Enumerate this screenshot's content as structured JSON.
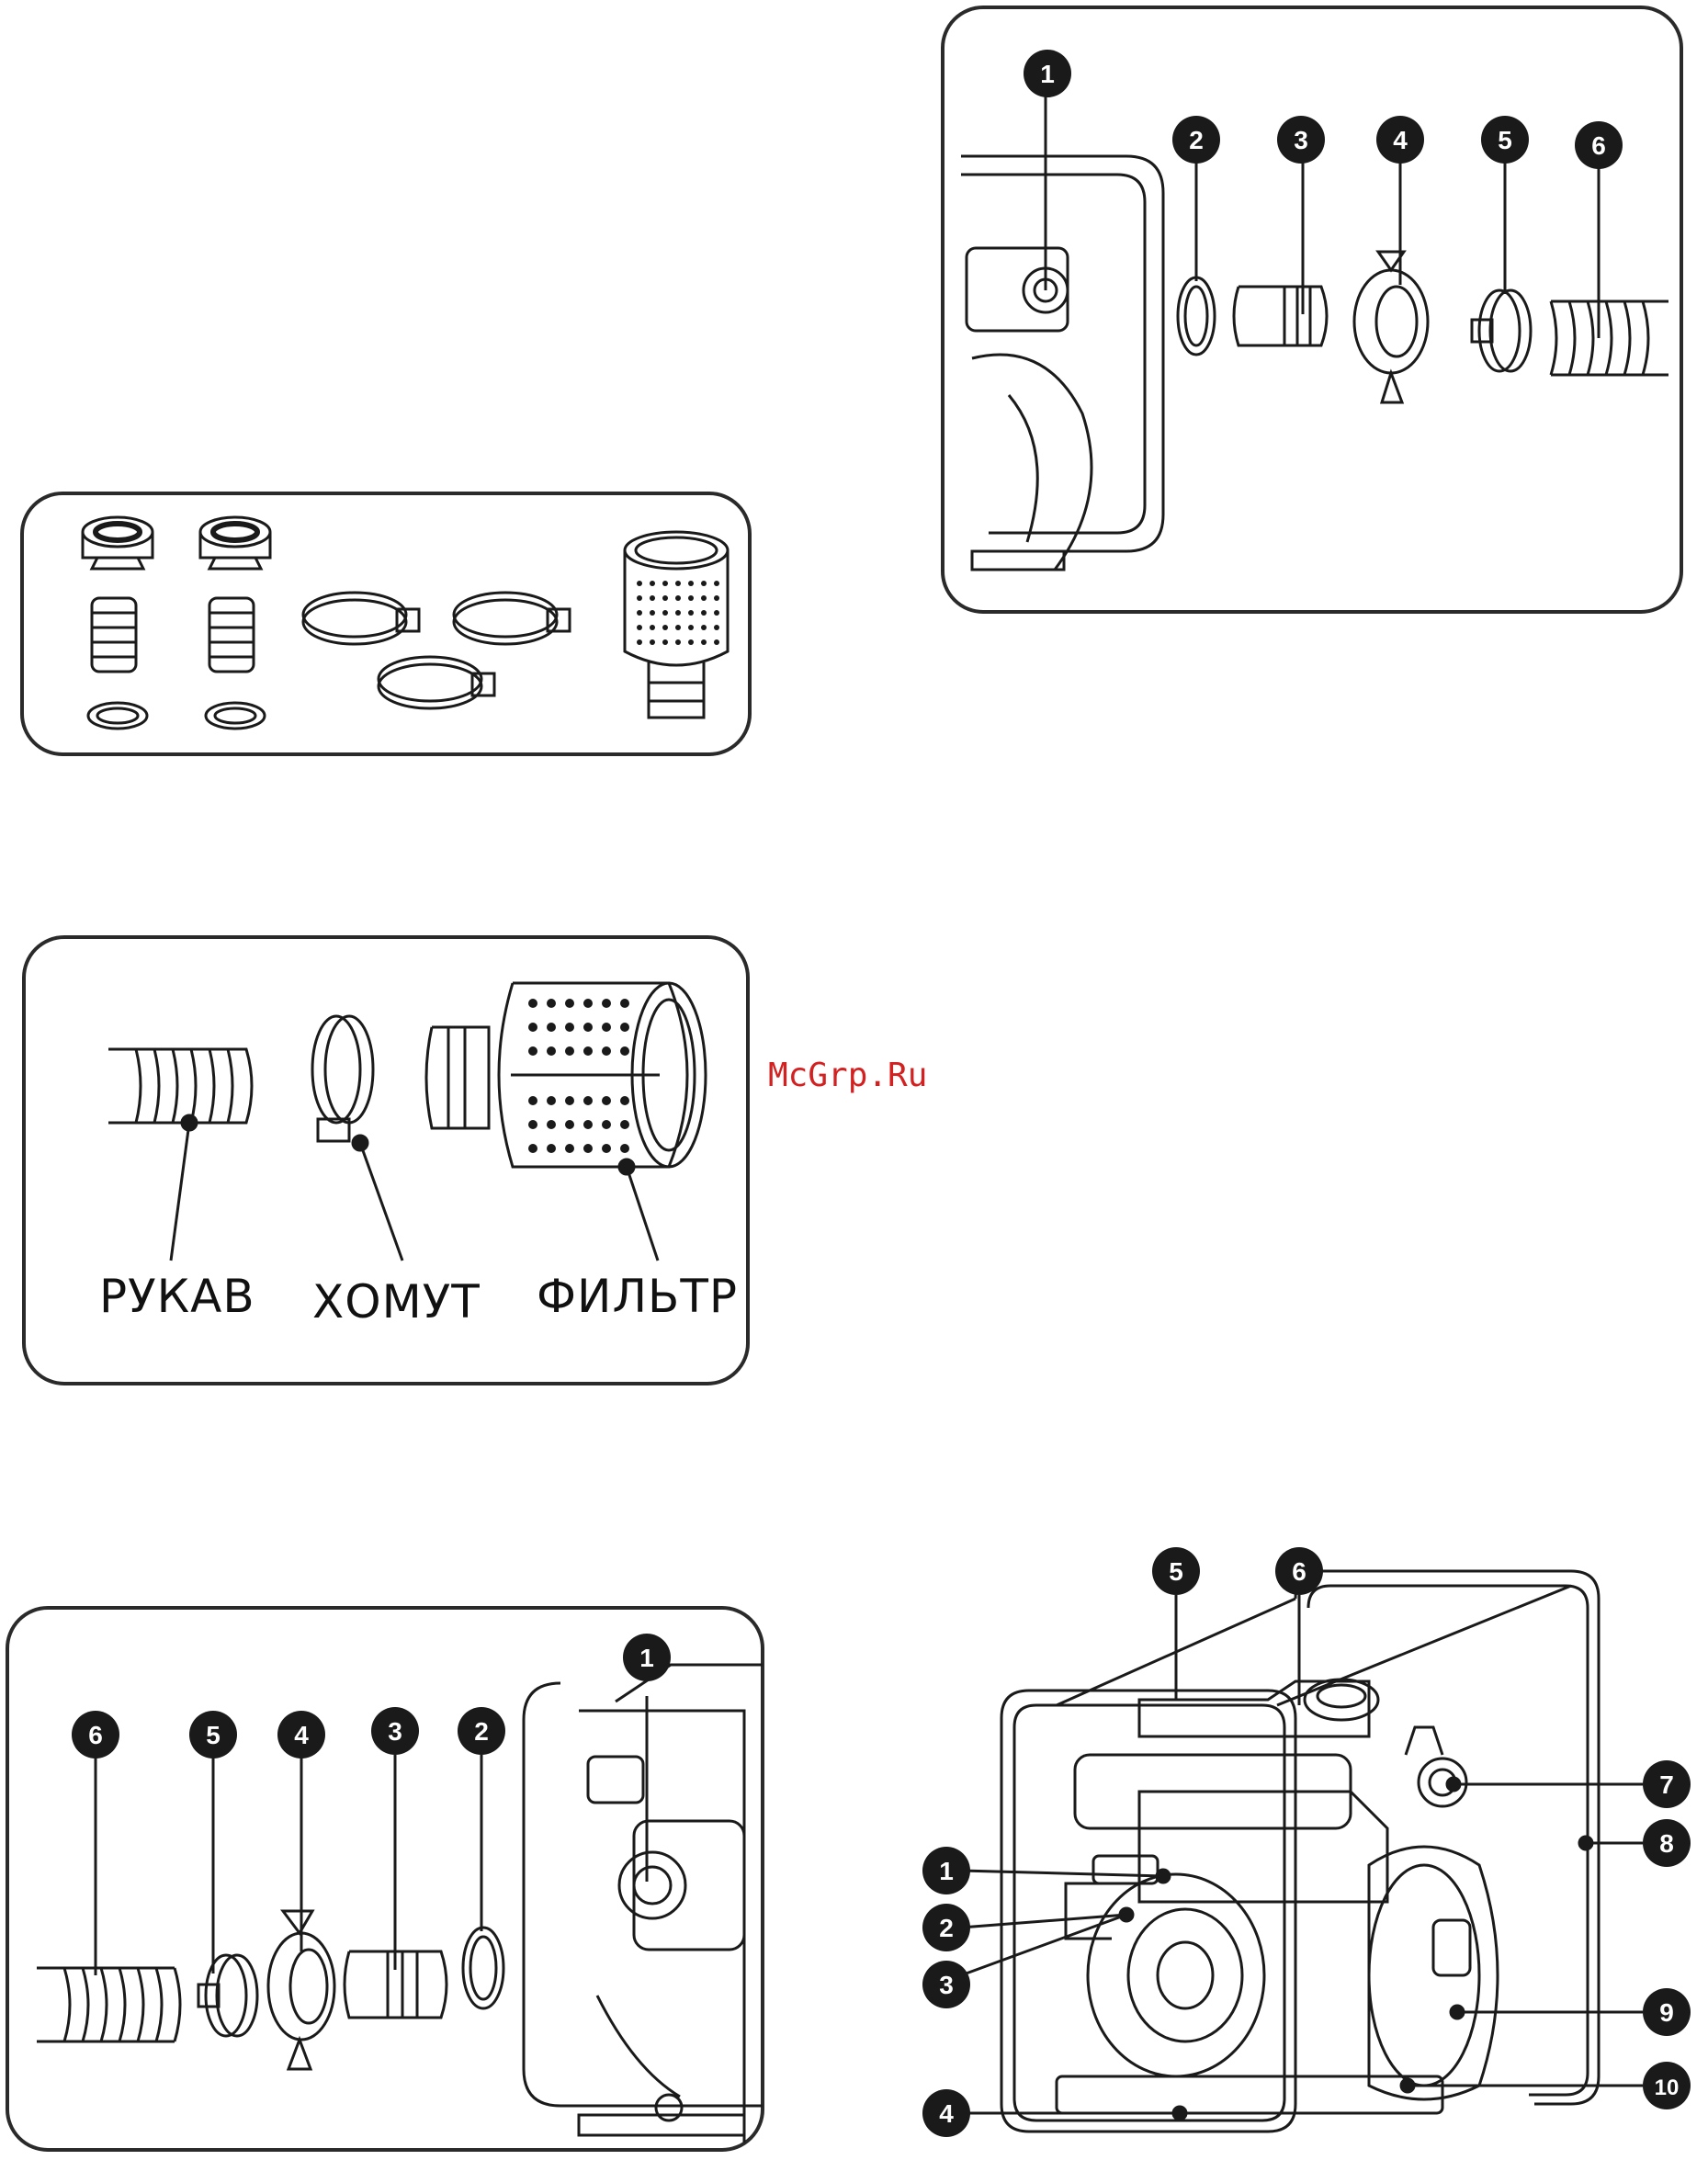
{
  "watermark": "McGrp.Ru",
  "labels": {
    "hose": "РУКАВ",
    "clamp": "ХОМУТ",
    "filter": "ФИЛЬТР"
  },
  "discharge_callouts": [
    "1",
    "2",
    "3",
    "4",
    "5",
    "6"
  ],
  "suction_callouts": [
    "6",
    "5",
    "4",
    "3",
    "2",
    "1"
  ],
  "pump_callouts": [
    "1",
    "2",
    "3",
    "4",
    "5",
    "6",
    "7",
    "8",
    "9",
    "10"
  ],
  "colors": {
    "ink": "#1a1a1a",
    "callout": "#1a1a1a",
    "watermark": "#d32020"
  }
}
